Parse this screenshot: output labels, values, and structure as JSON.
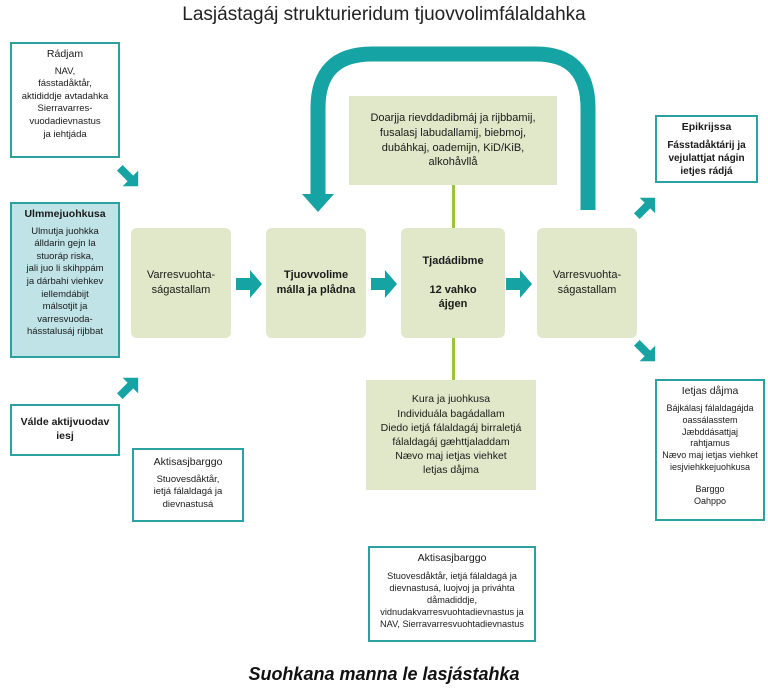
{
  "title": "Lasjástagáj strukturieridum tjuovvolimfálaldahka",
  "caption": "Suohkana manna le lasjástahka",
  "left": {
    "radjam": {
      "title": "Rádjam",
      "lines": [
        "NAV,",
        "fásstadåktår,",
        "aktididdje avtadahka",
        "Sierravarres-",
        "vuodadievnastus",
        "ja iehtjáda"
      ]
    },
    "ulmmejuohkusa": {
      "title": "Ulmmejuohkusa",
      "lines": [
        "Ulmutja juohkka",
        "álldarin gejn la",
        "stuoráp riska,",
        "jali juo li skihppám",
        "ja dárbahi viehkev",
        "iellemdábijt",
        "málsotjit ja",
        "varresvuoda-",
        "hásstalusáj rijbbat"
      ]
    },
    "valde": {
      "lines": [
        "Válde aktijvuodav",
        "iesj"
      ]
    },
    "aktisasj_small": {
      "title": "Aktisasjbarggo",
      "lines": [
        "Stuovesdåktår,",
        "ietjá fálaldagá ja",
        "dievnastusá"
      ]
    }
  },
  "flow": {
    "step1": {
      "lines": [
        "Varresvuohta-",
        "ságastallam"
      ]
    },
    "step2": {
      "lines": [
        "Tjuovvolime",
        "málla ja plådna"
      ]
    },
    "step3": {
      "title": "Tjadádibme",
      "lines": [
        "12 vahko",
        "ájgen"
      ]
    },
    "step4": {
      "lines": [
        "Varresvuohta-",
        "ságastallam"
      ]
    },
    "top_info": {
      "lines": [
        "Doarjja rievddadibmáj ja rijbbamij,",
        "fusalasj labudallamij, biebmoj,",
        "dubáhkaj, oademijn, KiD/KiB,",
        "alkohåvllå"
      ]
    },
    "bottom_info": {
      "lines": [
        "Kura ja juohkusa",
        "Individuála bagádallam",
        "Diedo ietjá fálaldagáj birraletjá",
        "fálaldagáj gæhttjaladdam",
        "Nævo maj ietjas viehket",
        "letjas dåjma"
      ]
    }
  },
  "right": {
    "epikrijssa": {
      "title": "Epikrijssa",
      "lines": [
        "Fásstadåktárij ja",
        "vejulattjat nágin",
        "ietjes rádjá"
      ]
    },
    "ietjas": {
      "title": "Ietjas dåjma",
      "lines": [
        "Bájkálasj fálaldagájda",
        "oassálasstem",
        "Jæbddásattjaj rahtjamus",
        "Nævo maj ietjas viehket",
        "iesjviehkkejuohkusa",
        "",
        "Barggo",
        "Oahppo"
      ]
    }
  },
  "aktisasj_big": {
    "title": "Aktisasjbarggo",
    "lines": [
      "Stuovesdåktår, ietjá fálaldagá ja",
      "dievnastusá, luojvoj ja priváhta",
      "dåmadiddje,",
      "vidnudakvarresvuohtadievnastus ja",
      "NAV, Sierravarresvuohtadievnastus"
    ]
  },
  "colors": {
    "teal": "#16a3a3",
    "border": "#2aa2a2",
    "green_box": "#e1e8c9",
    "green_line": "#9cc33f",
    "teal_light": "#bfe3e6"
  }
}
